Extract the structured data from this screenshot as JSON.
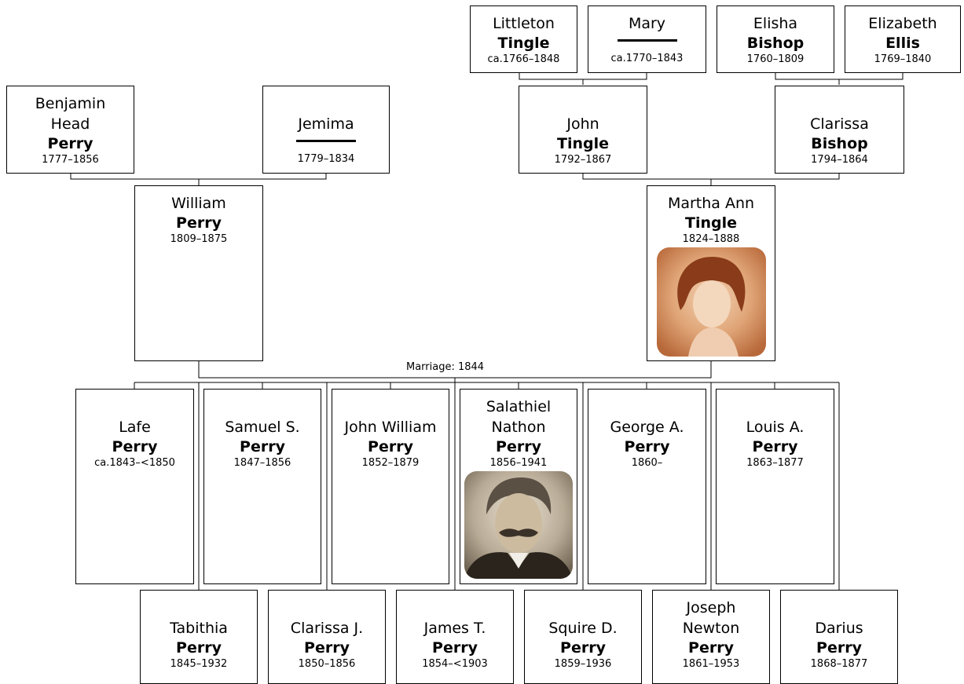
{
  "people": {
    "littleton": {
      "given": "Littleton",
      "surname": "Tingle",
      "dates": "ca.1766–1848"
    },
    "mary": {
      "given": "Mary",
      "surname": "",
      "dates": "ca.1770–1843"
    },
    "elisha": {
      "given": "Elisha",
      "surname": "Bishop",
      "dates": "1760–1809"
    },
    "elizabeth": {
      "given": "Elizabeth",
      "surname": "Ellis",
      "dates": "1769–1840"
    },
    "benjamin": {
      "given1": "Benjamin",
      "given2": "Head",
      "surname": "Perry",
      "dates": "1777–1856"
    },
    "jemima": {
      "given": "Jemima",
      "surname": "",
      "dates": "1779–1834"
    },
    "john_tingle": {
      "given": "John",
      "surname": "Tingle",
      "dates": "1792–1867"
    },
    "clarissa_bishop": {
      "given": "Clarissa",
      "surname": "Bishop",
      "dates": "1794–1864"
    },
    "william": {
      "given": "William",
      "surname": "Perry",
      "dates": "1809–1875"
    },
    "martha": {
      "given": "Martha Ann",
      "surname": "Tingle",
      "dates": "1824–1888"
    },
    "lafe": {
      "given": "Lafe",
      "surname": "Perry",
      "dates": "ca.1843–<1850"
    },
    "samuel": {
      "given": "Samuel S.",
      "surname": "Perry",
      "dates": "1847–1856"
    },
    "john_william": {
      "given": "John William",
      "surname": "Perry",
      "dates": "1852–1879"
    },
    "salathiel": {
      "given1": "Salathiel",
      "given2": "Nathon",
      "surname": "Perry",
      "dates": "1856–1941"
    },
    "george": {
      "given": "George A.",
      "surname": "Perry",
      "dates": "1860–"
    },
    "louis": {
      "given": "Louis A.",
      "surname": "Perry",
      "dates": "1863–1877"
    },
    "tabithia": {
      "given": "Tabithia",
      "surname": "Perry",
      "dates": "1845–1932"
    },
    "clarissa_j": {
      "given": "Clarissa J.",
      "surname": "Perry",
      "dates": "1850–1856"
    },
    "james": {
      "given": "James T.",
      "surname": "Perry",
      "dates": "1854–<1903"
    },
    "squire": {
      "given": "Squire D.",
      "surname": "Perry",
      "dates": "1859–1936"
    },
    "joseph": {
      "given1": "Joseph",
      "given2": "Newton",
      "surname": "Perry",
      "dates": "1861–1953"
    },
    "darius": {
      "given": "Darius",
      "surname": "Perry",
      "dates": "1868–1877"
    }
  },
  "marriage_label": "Marriage: 1844",
  "colors": {
    "line": "#000000",
    "photo_sepia": "#c8763f",
    "photo_bw": "#3a3128"
  }
}
